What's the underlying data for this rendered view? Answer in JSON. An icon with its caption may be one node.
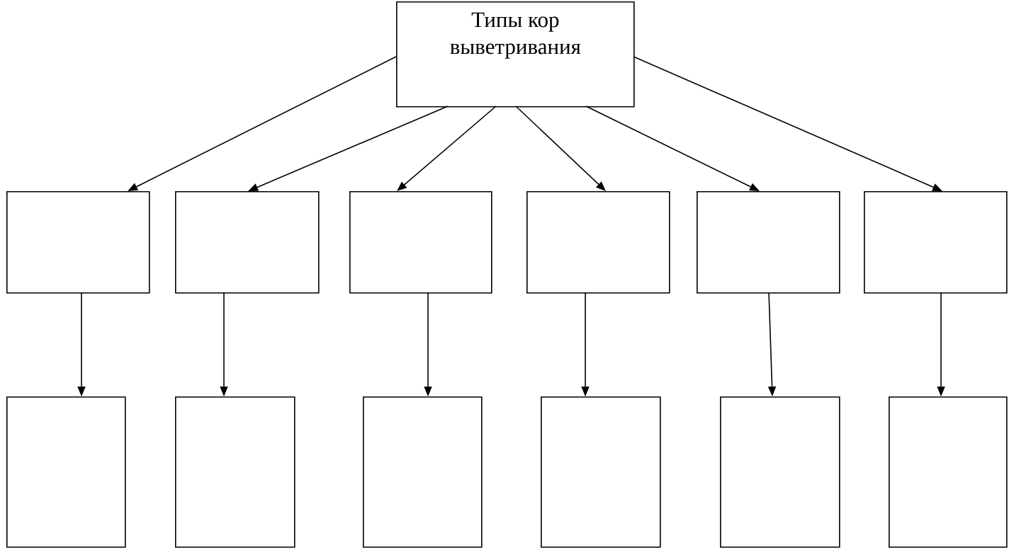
{
  "diagram": {
    "nodes": [
      {
        "text": [
          "Типы кор выветривания"
        ]
      },
      {
        "text": [],
        "shape": "box"
      },
      {
        "text": [],
        "shape": "box"
      },
      {
        "text": [],
        "shape": "box"
      },
      {
        "text": [],
        "shape": "box"
      },
      {
        "text": [],
        "shape": "box"
      },
      {
        "text": [],
        "shape": "box"
      },
      {
        "text": [],
        "shape": "box"
      },
      {
        "text": [],
        "shape": "box"
      },
      {
        "text": [],
        "shape": "box"
      },
      {
        "text": [],
        "shape": "box"
      },
      {
        "text": [],
        "shape": "box"
      },
      {
        "text": [],
        "shape": "box"
      }
    ],
    "edges": [
      {
        "from": 0,
        "to": 1,
        "arrow": "to"
      },
      {
        "from": 0,
        "to": 2,
        "arrow": "to"
      },
      {
        "from": 0,
        "to": 3,
        "arrow": "to"
      },
      {
        "from": 0,
        "to": 4,
        "arrow": "to"
      },
      {
        "from": 0,
        "to": 5,
        "arrow": "to"
      },
      {
        "from": 0,
        "to": 6,
        "arrow": "to"
      },
      {
        "from": 1,
        "to": 7,
        "arrow": "to"
      },
      {
        "from": 2,
        "to": 8,
        "arrow": "to"
      },
      {
        "from": 3,
        "to": 9,
        "arrow": "to"
      },
      {
        "from": 4,
        "to": 10,
        "arrow": "to"
      },
      {
        "from": 5,
        "to": 11,
        "arrow": "to"
      },
      {
        "from": 6,
        "to": 12,
        "arrow": "to"
      }
    ]
  }
}
